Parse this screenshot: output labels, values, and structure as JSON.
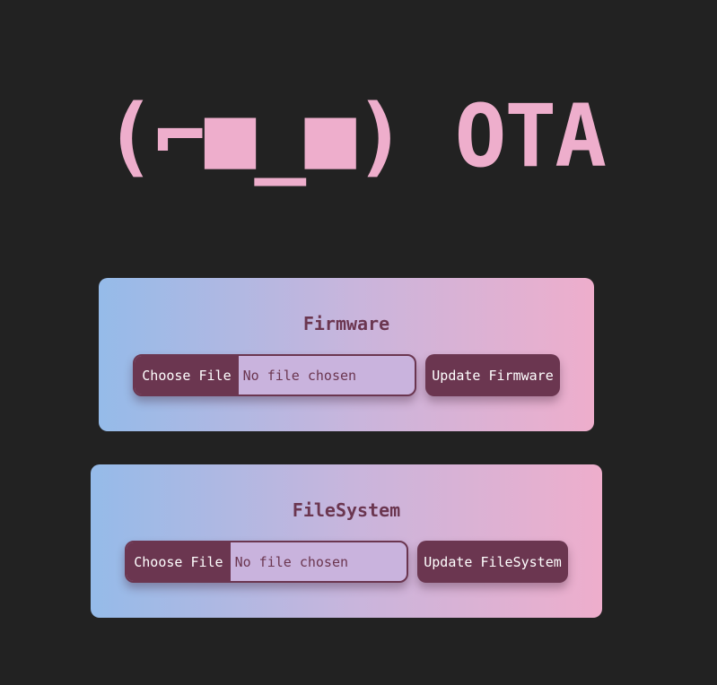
{
  "header": {
    "title": "(⌐■_■) OTA"
  },
  "colors": {
    "background": "#222222",
    "accent_pink": "#eeaecc",
    "accent_blue": "#95bbe9",
    "button_plum": "#6b3650",
    "button_text": "#ffffff"
  },
  "firmware": {
    "heading": "Firmware",
    "choose_label": "Choose File",
    "file_status": "No file chosen",
    "update_label": "Update Firmware"
  },
  "filesystem": {
    "heading": "FileSystem",
    "choose_label": "Choose File",
    "file_status": "No file chosen",
    "update_label": "Update FileSystem"
  }
}
